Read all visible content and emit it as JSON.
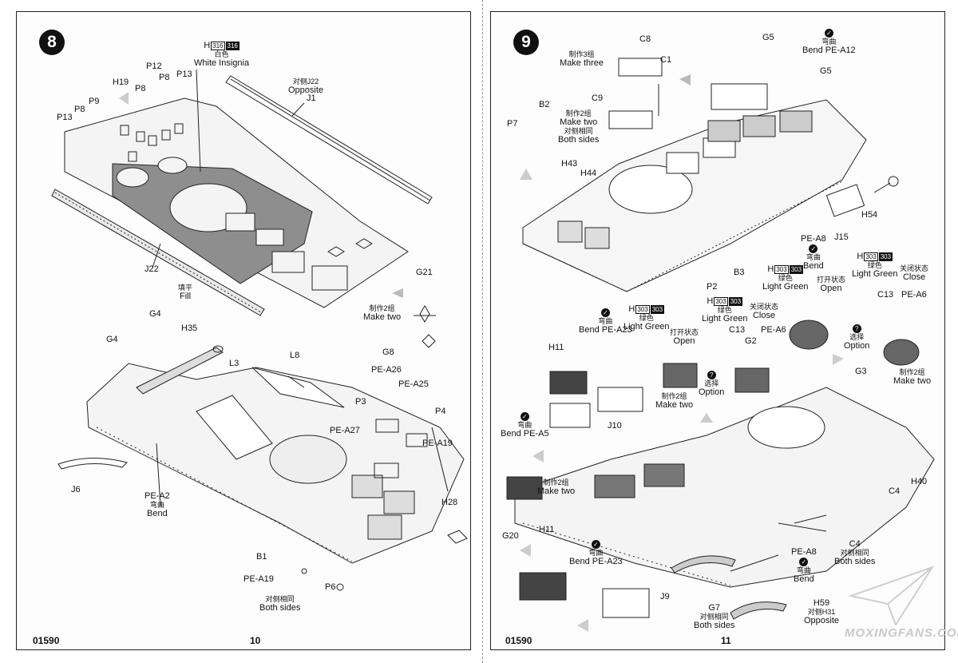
{
  "left_page": {
    "step": "8",
    "code": "01590",
    "page_number": "10",
    "labels": {
      "h316_cn": "白色",
      "h316_en": "White Insignia",
      "h316_h": "H",
      "h316_a": "316",
      "h316_b": "316",
      "j22_opp_cn": "对侧J22",
      "j22_opp_en": "Opposite",
      "j1": "J1",
      "p12": "P12",
      "h19": "H19",
      "p8a": "P8",
      "p8b": "P8",
      "p13a": "P13",
      "p9": "P9",
      "p8c": "P8",
      "p13b": "P13",
      "j22": "J22",
      "fill_cn": "填平",
      "fill_en": "Fill",
      "g21": "G21",
      "make_two_cn": "制作2组",
      "make_two_en": "Make two",
      "g8": "G8",
      "g4a": "G4",
      "g4b": "G4",
      "h35": "H35",
      "l3": "L3",
      "l8": "L8",
      "pe_a26": "PE-A26",
      "pe_a25": "PE-A25",
      "p3": "P3",
      "p4": "P4",
      "pe_a27": "PE-A27",
      "pe_a19a": "PE-A19",
      "j6": "J6",
      "pe_a2": "PE-A2",
      "bend_cn": "弯曲",
      "bend_en": "Bend",
      "h28": "H28",
      "b1": "B1",
      "pe_a19b": "PE-A19",
      "p6": "P6",
      "both_cn": "对侧相同",
      "both_en": "Both sides"
    }
  },
  "right_page": {
    "step": "9",
    "code": "01590",
    "page_number": "11",
    "labels": {
      "make_three_cn": "制作3组",
      "make_three_en": "Make three",
      "c8": "C8",
      "c1": "C1",
      "c9": "C9",
      "b2": "B2",
      "p7": "P7",
      "make_two_both_cn1": "制作2组",
      "make_two_both_en1": "Make two",
      "make_two_both_cn2": "对侧相同",
      "make_two_both_en2": "Both sides",
      "g5a": "G5",
      "bend_cn1": "弯曲",
      "bend_en1": "Bend",
      "pe_a12": "PE-A12",
      "g5b": "G5",
      "h43": "H43",
      "h44": "H44",
      "h54": "H54",
      "j15": "J15",
      "pe_a8a": "PE-A8",
      "bend_cn2": "弯曲",
      "bend_en2": "Bend",
      "b3": "B3",
      "p2": "P2",
      "h303a_h": "H",
      "h303a_a": "303",
      "h303a_b": "303",
      "lg_cn1": "绿色",
      "lg_en1": "Light Green",
      "open_cn1": "打开状态",
      "open_en1": "Open",
      "h303b_h": "H",
      "h303b_a": "303",
      "h303b_b": "303",
      "lg_cn2": "绿色",
      "lg_en2": "Light Green",
      "close_cn1": "关闭状态",
      "close_en1": "Close",
      "c13a": "C13",
      "pe_a6a": "PE-A6",
      "bend_cn3": "弯曲",
      "bend_en3": "Bend",
      "pe_a23a": "PE-A23",
      "h303c_h": "H",
      "h303c_a": "303",
      "h303c_b": "303",
      "lg_cn3": "绿色",
      "lg_en3": "Light Green",
      "open_cn2": "打开状态",
      "open_en2": "Open",
      "h303d_h": "H",
      "h303d_a": "303",
      "h303d_b": "303",
      "lg_cn4": "绿色",
      "lg_en4": "Light Green",
      "close_cn2": "关闭状态",
      "close_en2": "Close",
      "c13b": "C13",
      "pe_a6b": "PE-A6",
      "g2": "G2",
      "h11a": "H11",
      "option_cn1": "选择",
      "option_en1": "Option",
      "option_cn2": "选择",
      "option_en2": "Option",
      "make_two_cn2": "制作2组",
      "make_two_en2": "Make two",
      "j10": "J10",
      "g3": "G3",
      "make_two_cn3": "制作2组",
      "make_two_en3": "Make two",
      "bend_cn4": "弯曲",
      "bend_en4": "Bend",
      "pe_a5": "PE-A5",
      "make_two_cn4": "制作2组",
      "make_two_en4": "Make two",
      "g20": "G20",
      "c4a": "C4",
      "h40": "H40",
      "h11b": "H11",
      "bend_cn5": "弯曲",
      "bend_en5": "Bend",
      "pe_a23b": "PE-A23",
      "c4b": "C4",
      "c4_both_cn": "对侧相同",
      "c4_both_en": "Both sides",
      "pe_a8b": "PE-A8",
      "bend_cn6": "弯曲",
      "bend_en6": "Bend",
      "j9": "J9",
      "g7": "G7",
      "g7_both_cn": "对侧相同",
      "g7_both_en": "Both sides",
      "h59": "H59",
      "h31_opp_cn": "对侧H31",
      "h31_opp_en": "Opposite"
    }
  },
  "watermark": "MOXINGFANS.COM"
}
